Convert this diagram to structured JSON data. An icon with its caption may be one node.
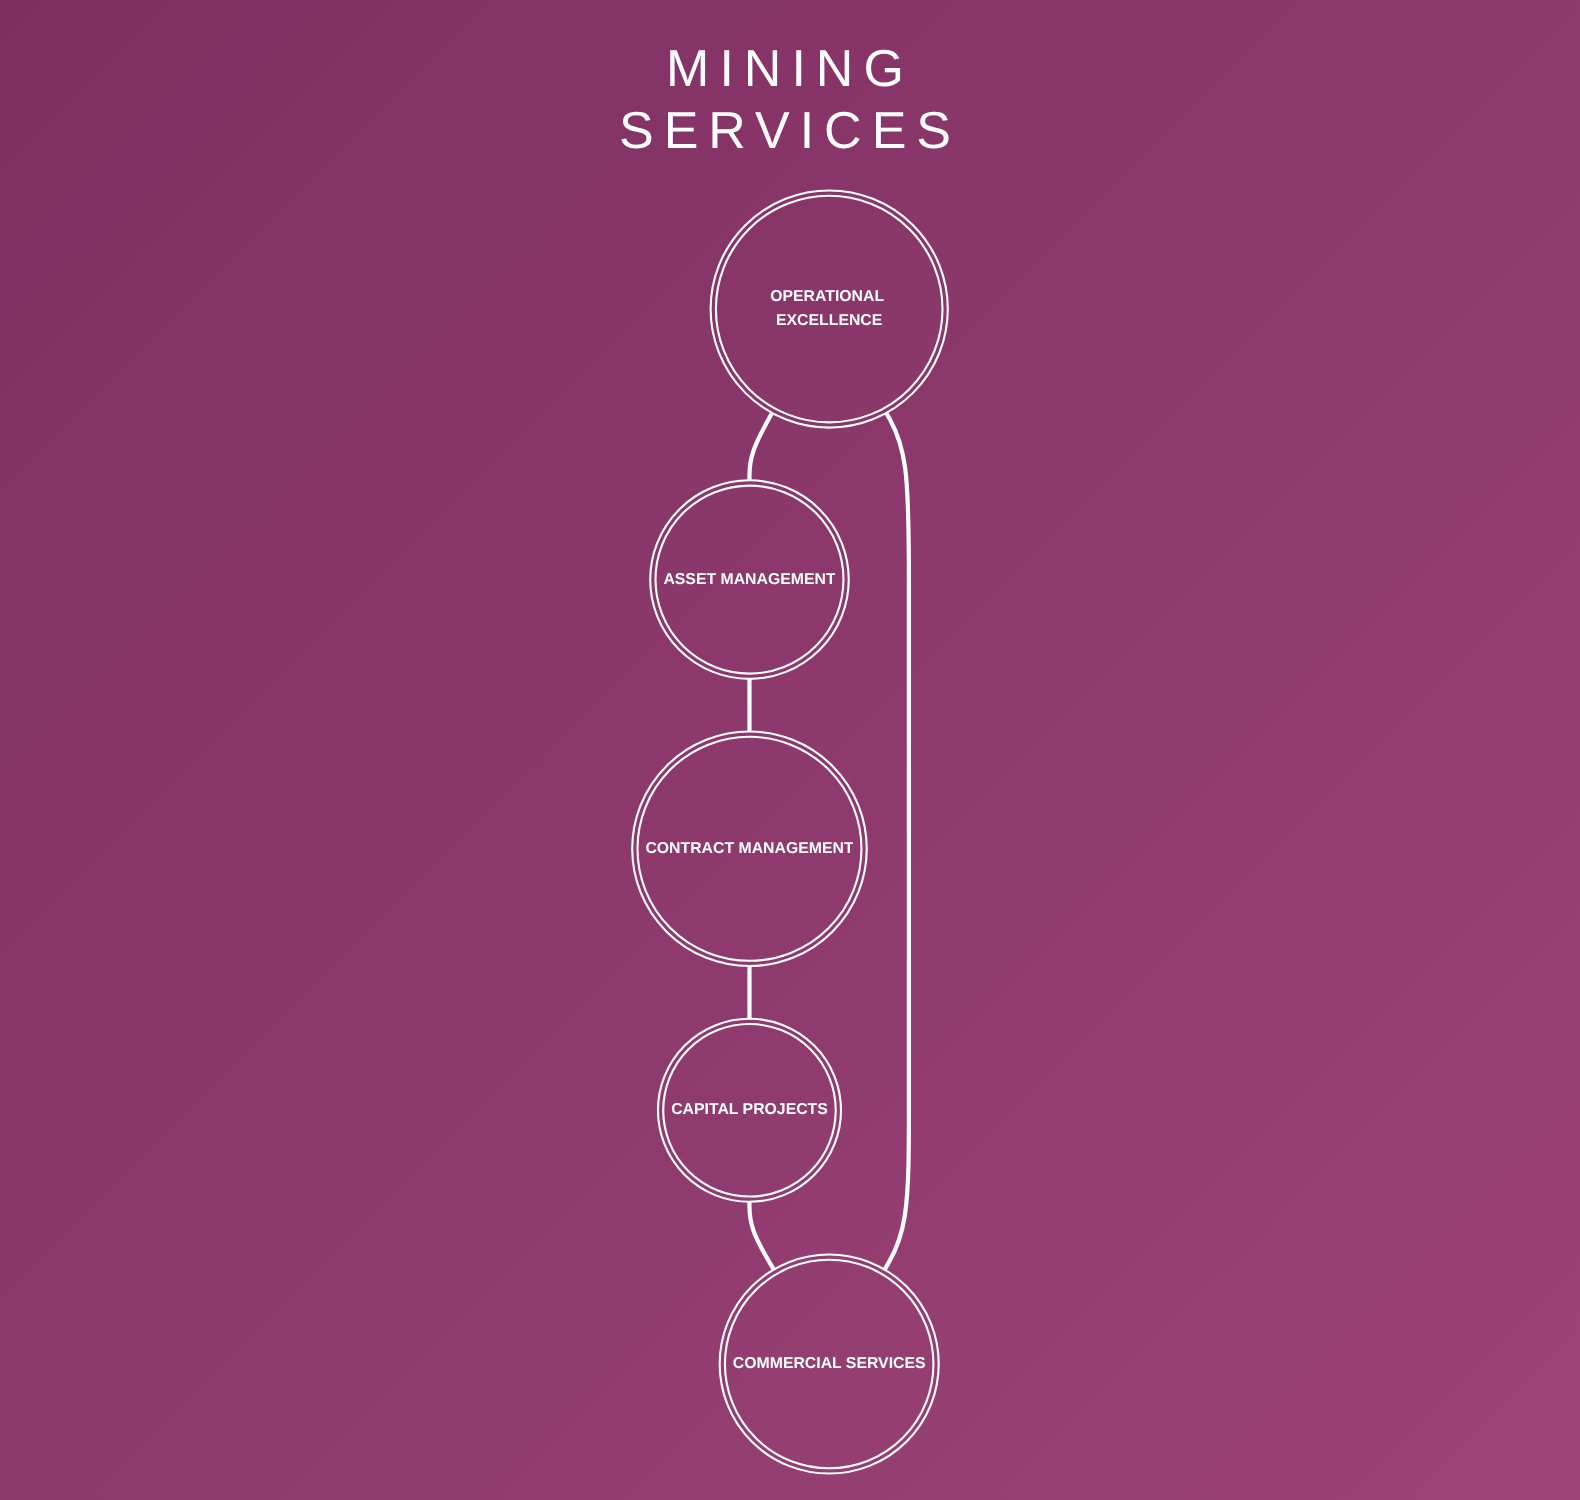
{
  "diagram": {
    "nodes": [
      {
        "text": [
          "OPERATIONAL EXCELLENCE"
        ]
      },
      {
        "text": [
          "ASSET MANAGEMENT"
        ]
      },
      {
        "text": [
          "CONTRACT MANAGEMENT"
        ]
      },
      {
        "text": [
          "CAPITAL PROJECTS"
        ]
      },
      {
        "text": [
          "COMMERCIAL SERVICES"
        ]
      }
    ],
    "edges": [
      {
        "from": 0,
        "to": 1,
        "arrow": "none"
      },
      {
        "from": 1,
        "to": 2,
        "arrow": "none"
      },
      {
        "from": 2,
        "to": 3,
        "arrow": "none"
      },
      {
        "from": 3,
        "to": 4,
        "arrow": "none"
      },
      {
        "from": 4,
        "to": 0,
        "arrow": "none"
      }
    ],
    "labels": [
      "MINING SERVICES"
    ]
  }
}
